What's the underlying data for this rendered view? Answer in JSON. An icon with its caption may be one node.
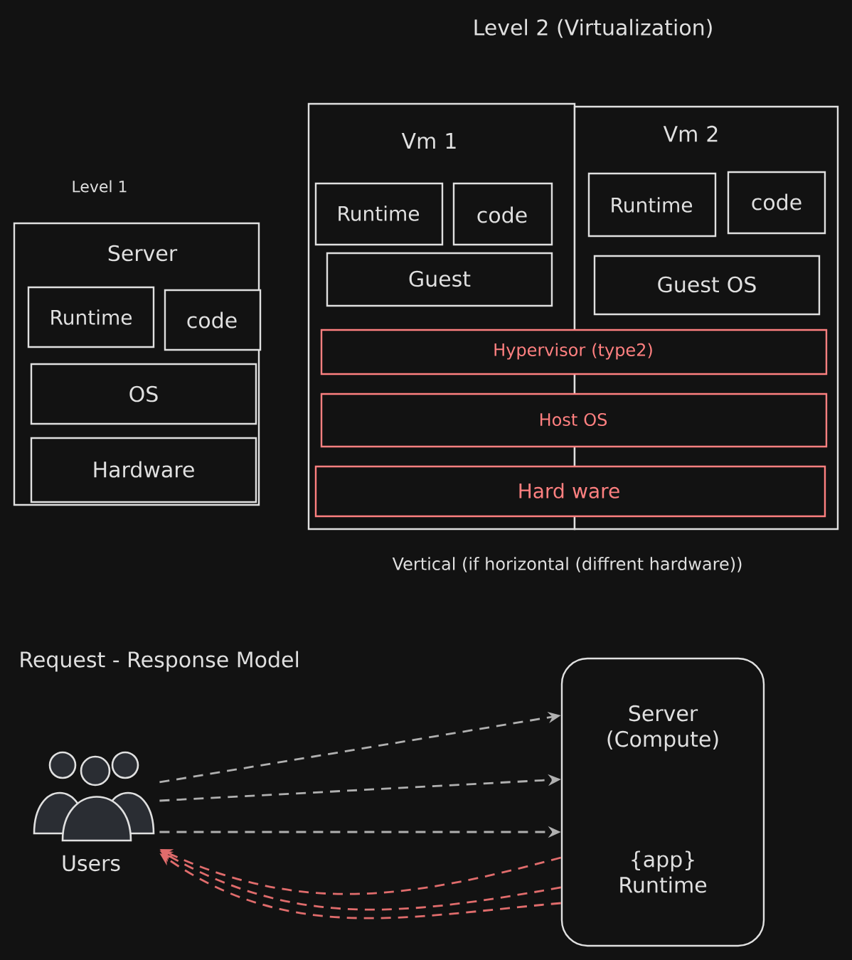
{
  "diagram": {
    "title": "Level 2 (Virtualization)",
    "nodes": [
      {
        "text": [
          "Server"
        ]
      },
      {
        "text": [
          "Runtime"
        ],
        "in": 0
      },
      {
        "text": [
          "code"
        ],
        "in": 0
      },
      {
        "text": [
          "OS"
        ],
        "in": 0
      },
      {
        "text": [
          "Hardware"
        ],
        "in": 0
      },
      {
        "text": [
          "Vm 1"
        ]
      },
      {
        "text": [
          "Runtime"
        ],
        "in": 5
      },
      {
        "text": [
          "code"
        ],
        "in": 5
      },
      {
        "text": [
          "Guest"
        ],
        "in": 5
      },
      {
        "text": [
          "Vm 2"
        ]
      },
      {
        "text": [
          "Runtime"
        ],
        "in": 9
      },
      {
        "text": [
          "code"
        ],
        "in": 9
      },
      {
        "text": [
          "Guest OS"
        ],
        "in": 9
      },
      {
        "text": [
          "Hypervisor (type2)"
        ]
      },
      {
        "text": [
          "Host OS"
        ]
      },
      {
        "text": [
          "Hard ware"
        ]
      },
      {
        "text": [
          "Users"
        ]
      },
      {
        "text": [
          "Server (Compute)",
          "{app} Runtime"
        ]
      }
    ],
    "edges": [
      {
        "from": 16,
        "to": 17,
        "arrow": "to",
        "style": "dashed"
      },
      {
        "from": 16,
        "to": 17,
        "arrow": "to",
        "style": "dashed"
      },
      {
        "from": 16,
        "to": 17,
        "arrow": "to",
        "style": "dashed"
      },
      {
        "from": 17,
        "to": 16,
        "arrow": "to",
        "style": "dashed",
        "color": "#e06c6c"
      },
      {
        "from": 17,
        "to": 16,
        "arrow": "to",
        "style": "dashed",
        "color": "#e06c6c"
      },
      {
        "from": 17,
        "to": 16,
        "arrow": "to",
        "style": "dashed",
        "color": "#e06c6c"
      }
    ],
    "labels": [
      "Level 1",
      "Vertical (if horizontal (diffrent hardware))",
      "Request - Response Model"
    ]
  }
}
